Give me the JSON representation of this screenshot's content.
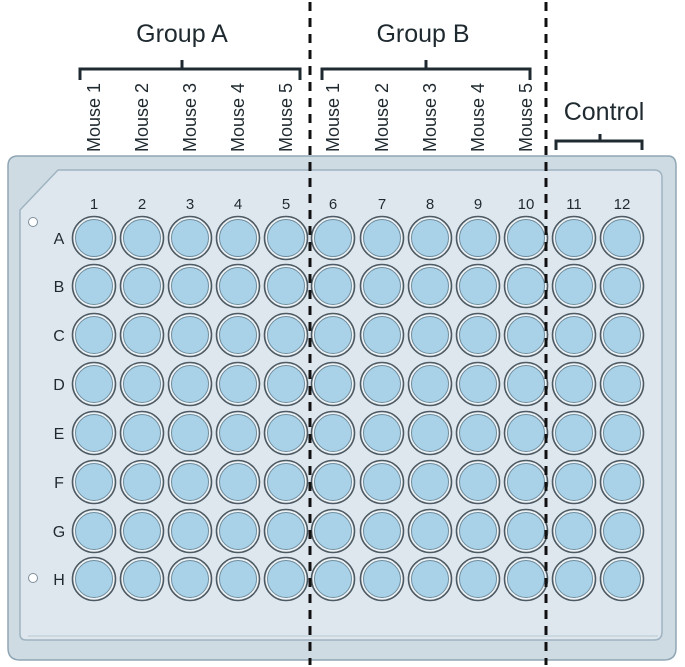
{
  "groups": [
    {
      "label": "Group A",
      "mice": [
        "Mouse 1",
        "Mouse 2",
        "Mouse 3",
        "Mouse 4",
        "Mouse 5"
      ]
    },
    {
      "label": "Group B",
      "mice": [
        "Mouse 1",
        "Mouse 2",
        "Mouse 3",
        "Mouse 4",
        "Mouse 5"
      ]
    }
  ],
  "control": {
    "label": "Control"
  },
  "plate": {
    "columns": [
      "1",
      "2",
      "3",
      "4",
      "5",
      "6",
      "7",
      "8",
      "9",
      "10",
      "11",
      "12"
    ],
    "rows": [
      "A",
      "B",
      "C",
      "D",
      "E",
      "F",
      "G",
      "H"
    ]
  },
  "colors": {
    "plate_body": "#cfdbe3",
    "plate_edge": "#8fa6b5",
    "plate_face": "#dfe7ee",
    "well_fill": "#a9d2e8",
    "well_ring": "#4d5a63",
    "text": "#1f2a30",
    "divider": "#111111"
  }
}
